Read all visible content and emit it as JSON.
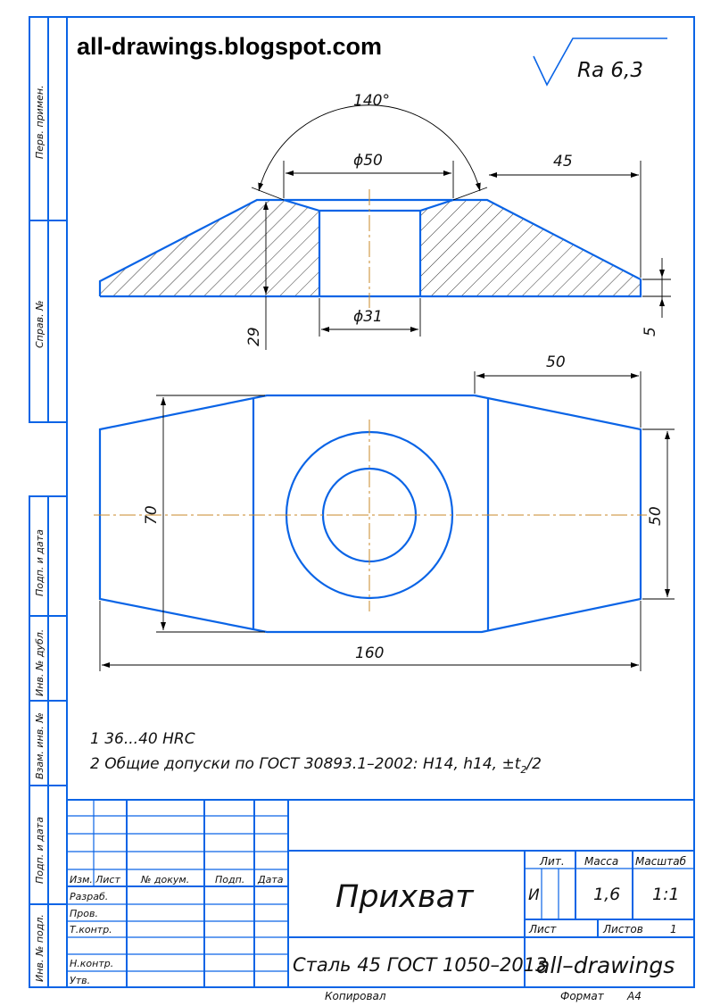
{
  "site": "all-drawings.blogspot.com",
  "roughness": "Ra 6,3",
  "dimensions": {
    "angle": "140°",
    "top_dia": "ϕ50",
    "top_right": "45",
    "hole_dia": "ϕ31",
    "height": "29",
    "base": "5",
    "plan_right_top": "50",
    "plan_height": "70",
    "plan_right_height": "50",
    "overall_length": "160"
  },
  "notes": {
    "line1": "1 36...40 HRC",
    "line2": "2 Общие допуски по ГОСТ 30893.1–2002: H14, h14, ±t",
    "line2_sub": "2",
    "line2_end": "/2"
  },
  "side_labels": [
    "Перв. примен.",
    "Справ. №",
    "Подп. и дата",
    "Инв. № дубл.",
    "Взам. инв. №",
    "Подп. и дата",
    "Инв. № подл."
  ],
  "title_block": {
    "col_headers": [
      "Изм.",
      "Лист",
      "№ докум.",
      "Подп.",
      "Дата"
    ],
    "rows": [
      "Разраб.",
      "Пров.",
      "Т.контр.",
      "Н.контр.",
      "Утв."
    ],
    "part_name": "Прихват",
    "material": "Сталь 45 ГОСТ 1050–2013",
    "lit_header": "Лит.",
    "mass_header": "Масса",
    "scale_header": "Масштаб",
    "lit_value": "И",
    "mass_value": "1,6",
    "scale_value": "1:1",
    "sheet_label": "Лист",
    "sheets_label": "Листов",
    "sheets_value": "1",
    "org": "all–drawings",
    "copied": "Копировал",
    "format_label": "Формат",
    "format_value": "А4"
  }
}
